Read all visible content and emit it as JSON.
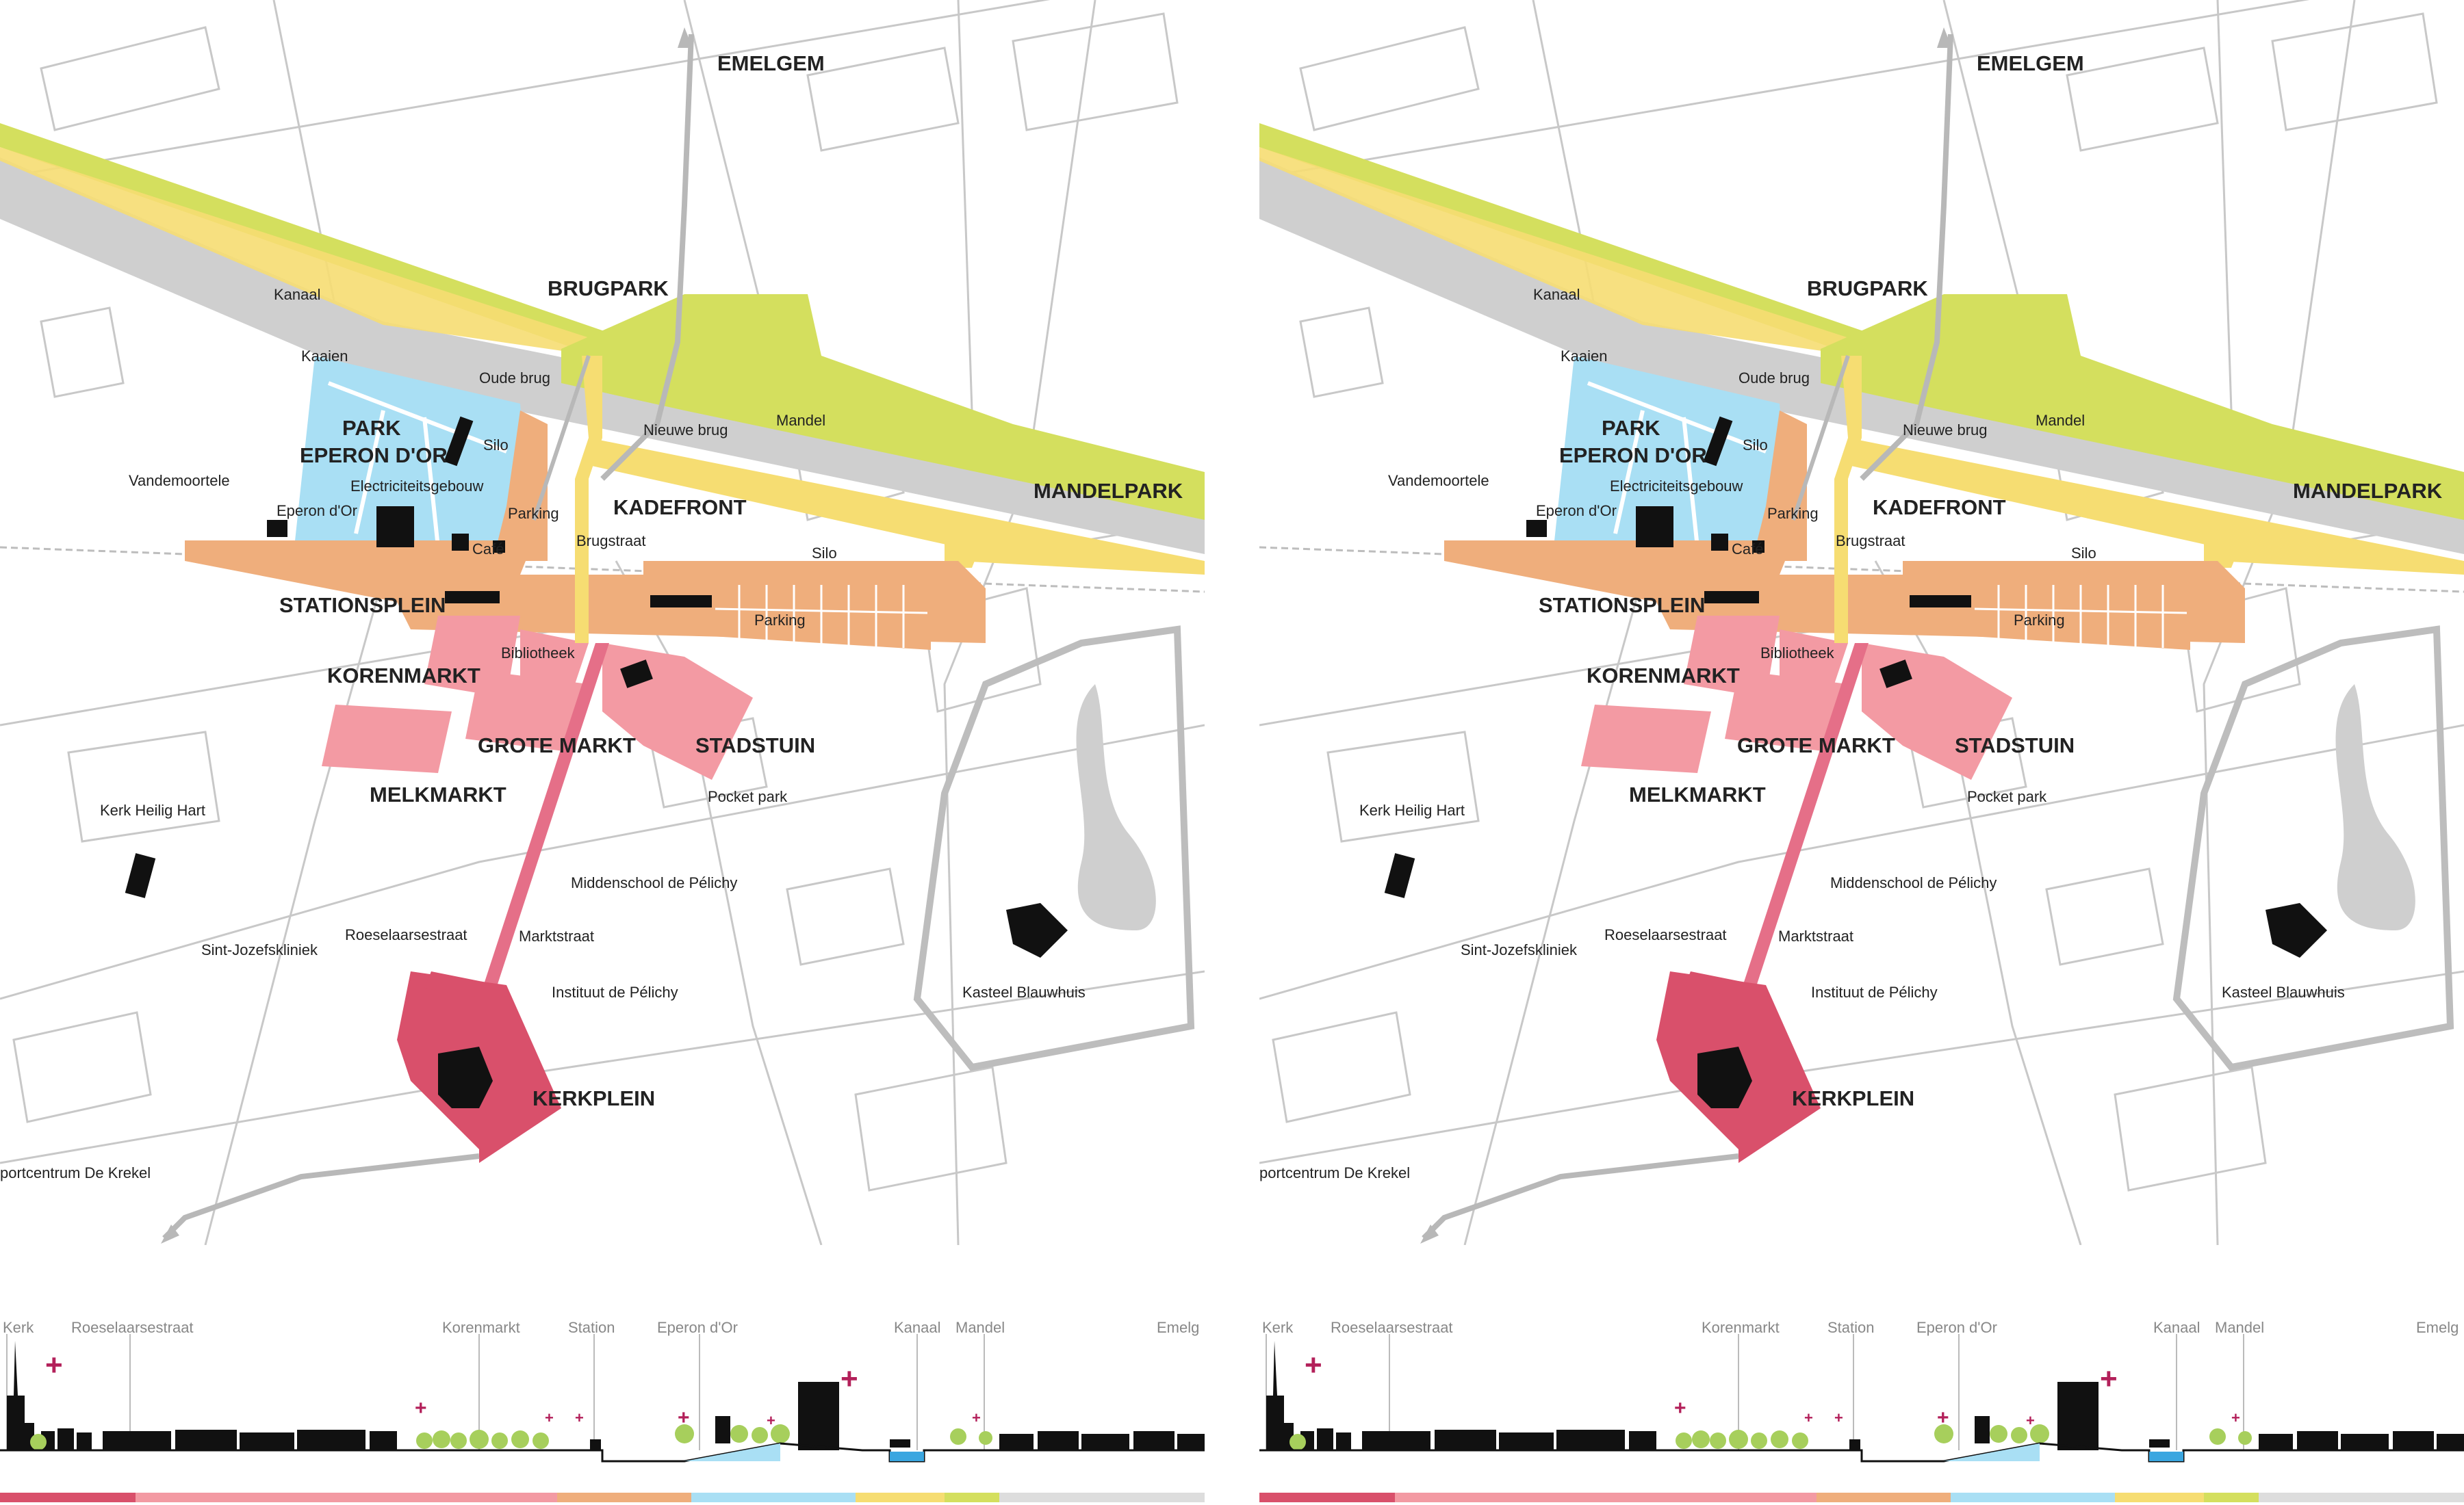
{
  "colors": {
    "road_outline": "#c8c8c8",
    "canal": "#cfcfcf",
    "green": "#d4df5e",
    "yellow": "#f6dd72",
    "orange": "#efae7c",
    "blue": "#a9dff4",
    "pink": "#f39aa3",
    "red": "#d9506b",
    "building": "#111111",
    "route_gray": "#b8b8b8"
  },
  "map_labels": {
    "emelgem": "EMELGEM",
    "brugpark": "BRUGPARK",
    "kanaal": "Kanaal",
    "kaaien": "Kaaien",
    "oude_brug": "Oude brug",
    "nieuwe_brug": "Nieuwe brug",
    "mandel": "Mandel",
    "mandelpark": "MANDELPARK",
    "park_eperon_1": "PARK",
    "park_eperon_2": "EPERON D'OR",
    "silo_top": "Silo",
    "vandemoortele": "Vandemoortele",
    "electriciteitsgebouw": "Electriciteitsgebouw",
    "eperon_dor": "Eperon d'Or",
    "parking_top": "Parking",
    "kadefront": "KADEFRONT",
    "cafe": "Café",
    "brugstraat": "Brugstraat",
    "silo_bottom": "Silo",
    "stationsplein": "STATIONSPLEIN",
    "parking_station": "Parking",
    "bibliotheek": "Bibliotheek",
    "korenmarkt": "KORENMARKT",
    "grote_markt": "GROTE MARKT",
    "stadstuin": "STADSTUIN",
    "melkmarkt": "MELKMARKT",
    "pocket_park": "Pocket park",
    "kerk_heilig_hart": "Kerk Heilig Hart",
    "middenschool": "Middenschool de Pélichy",
    "roeselaarsestraat": "Roeselaarsestraat",
    "marktstraat": "Marktstraat",
    "sint_jozefskliniek": "Sint-Jozefskliniek",
    "instituut": "Instituut de Pélichy",
    "kasteel_blauwhuis": "Kasteel Blauwhuis",
    "kerkplein": "KERKPLEIN",
    "sportcentrum": "portcentrum De Krekel"
  },
  "section_labels": {
    "kerk": "Kerk",
    "roeselaarsestraat": "Roeselaarsestraat",
    "korenmarkt": "Korenmarkt",
    "station": "Station",
    "eperon_dor": "Eperon d'Or",
    "kanaal": "Kanaal",
    "mandel": "Mandel",
    "emelgem": "Emelg"
  },
  "plus_sign": "+",
  "section_color_bar": [
    "#d9506b",
    "#f39aa3",
    "#efae7c",
    "#a9dff4",
    "#f6dd72",
    "#d4df5e",
    "#dddddd"
  ]
}
